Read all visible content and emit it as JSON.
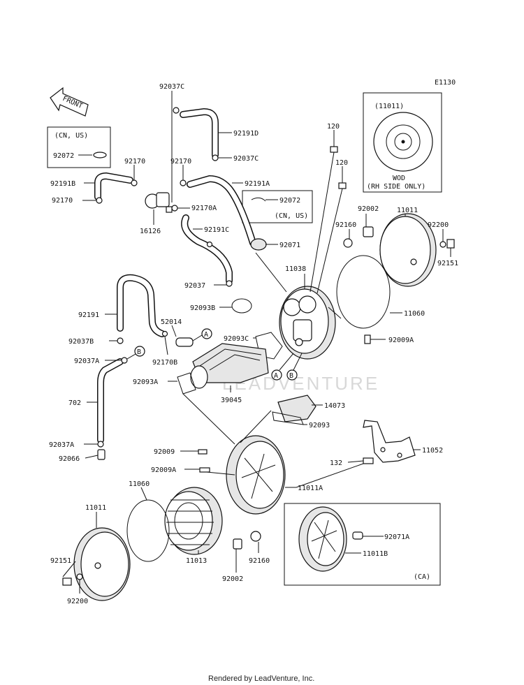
{
  "diagram_code": "E1130",
  "front_label": "FRONT",
  "watermark": "LEADVENTURE",
  "footer": "Rendered by LeadVenture, Inc.",
  "inset_wod": {
    "title": "(11011)",
    "caption_line1": "WOD",
    "caption_line2": "(RH SIDE ONLY)"
  },
  "inset_cn_us_top": {
    "title": "(CN, US)",
    "part": "92072"
  },
  "inset_cn_us_mid": {
    "part": "92072",
    "caption": "(CN, US)"
  },
  "inset_ca": {
    "caption": "(CA)",
    "parts": [
      "92071A",
      "11011B"
    ]
  },
  "callouts": {
    "a": "A",
    "b": "B"
  },
  "parts": {
    "p92037C_top": "92037C",
    "p92191D": "92191D",
    "p92037C_right": "92037C",
    "p92170_a": "92170",
    "p92170_b": "92170",
    "p92191B": "92191B",
    "p92170_left": "92170",
    "p92191A": "92191A",
    "p92170A_top": "92170A",
    "p16126": "16126",
    "p92191C": "92191C",
    "p92071": "92071",
    "p120_a": "120",
    "p120_b": "120",
    "p92002_top": "92002",
    "p11011_top": "11011",
    "p92160_top": "92160",
    "p92200_top": "92200",
    "p92151_top": "92151",
    "p11038": "11038",
    "p92037": "92037",
    "p92093B": "92093B",
    "p11060_top": "11060",
    "p92191": "92191",
    "p52014": "52014",
    "p92093C": "92093C",
    "p92009A_right": "92009A",
    "p92037B": "92037B",
    "p92170B": "92170B",
    "p92037A_top": "92037A",
    "p92093A": "92093A",
    "p39045": "39045",
    "p14073": "14073",
    "p92093": "92093",
    "p702": "702",
    "p92009": "92009",
    "p11052": "11052",
    "p92037A_bot": "92037A",
    "p92066": "92066",
    "p132": "132",
    "p92009A_mid": "92009A",
    "p11060_bot": "11060",
    "p11011A": "11011A",
    "p11011_bot": "11011",
    "p11013": "11013",
    "p92160_bot": "92160",
    "p92151_bot": "92151",
    "p92002_bot": "92002",
    "p92200_bot": "92200"
  }
}
